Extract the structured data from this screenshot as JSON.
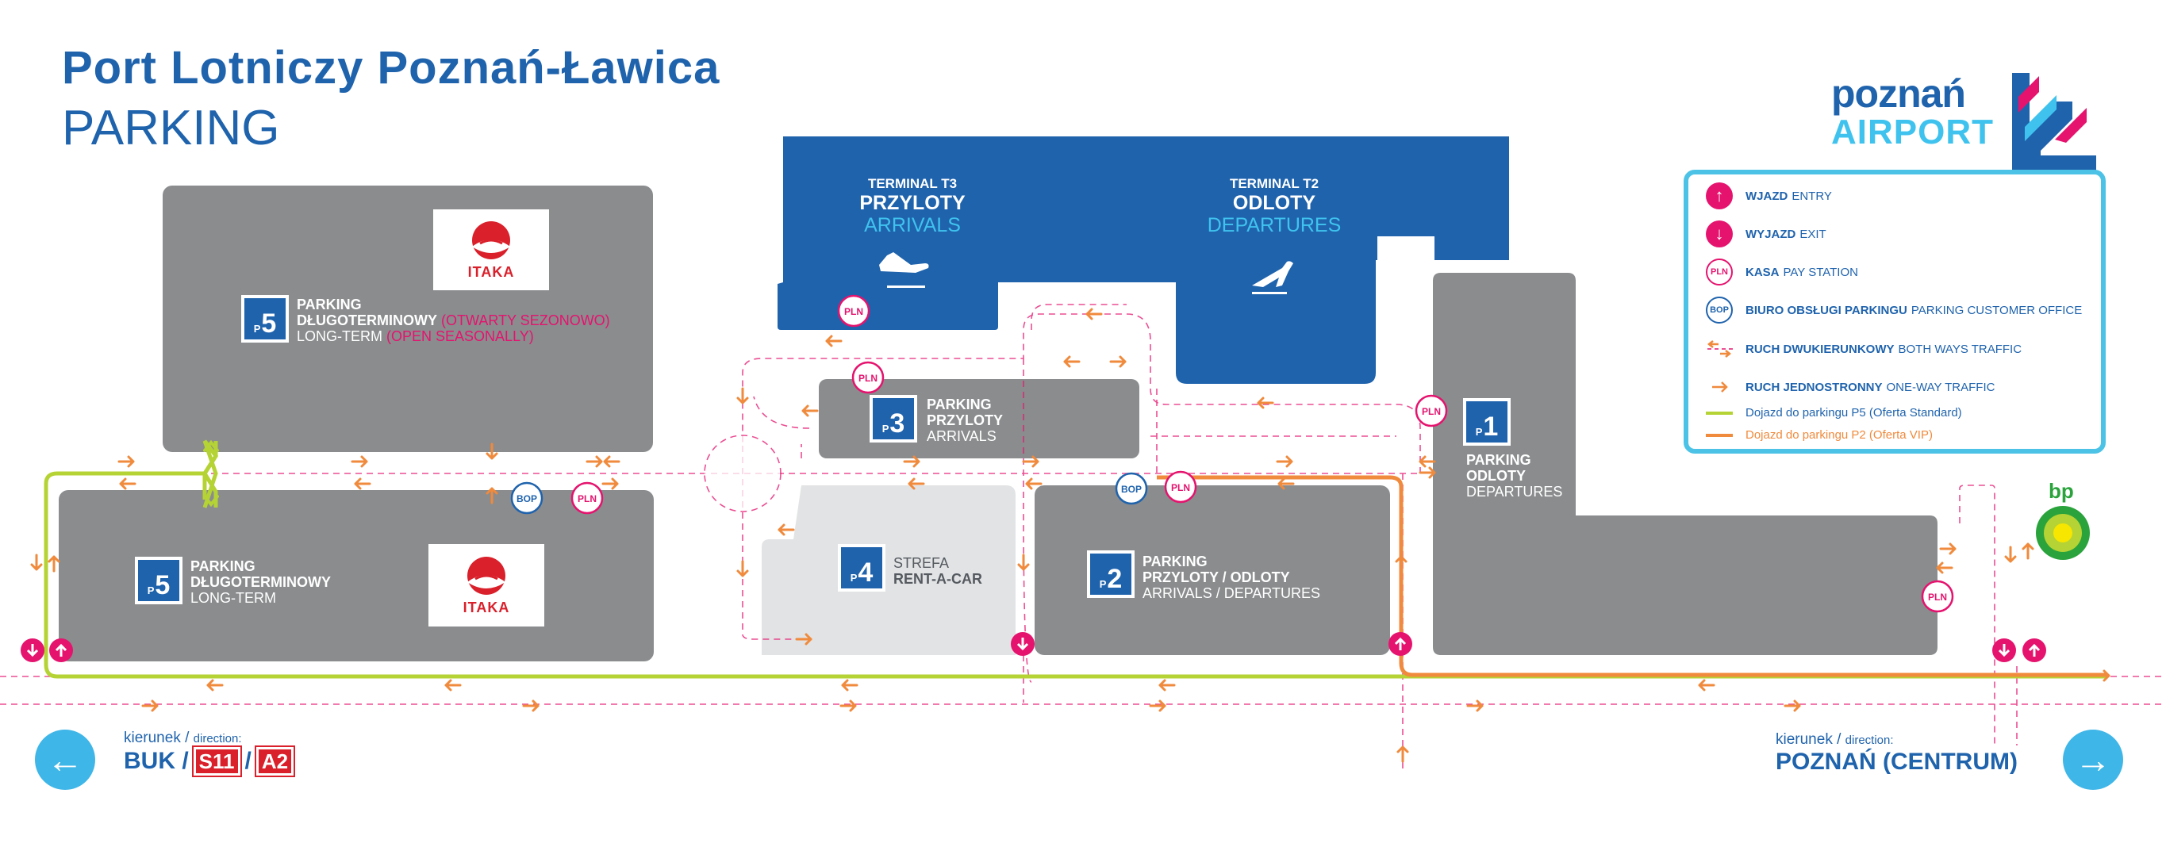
{
  "header": {
    "title": "Port Lotniczy Poznań-Ławica",
    "subtitle": "PARKING"
  },
  "brand": {
    "logo_line1": "poznań",
    "logo_line2": "AIRPORT",
    "bp": "bp"
  },
  "colors": {
    "brand_blue": "#1f63ad",
    "cyan": "#3fc3ee",
    "parking_gray": "#8a8c8e",
    "rentacar_gray": "#e2e3e4",
    "magenta": "#e5136e",
    "orange_route": "#f08a3c",
    "green_route": "#b5d334",
    "itaka_red": "#d9202b"
  },
  "terminals": {
    "t3": {
      "small": "TERMINAL T3",
      "big": "PRZYLOTY",
      "en": "ARRIVALS",
      "icon": "plane-landing-icon"
    },
    "t2": {
      "small": "TERMINAL T2",
      "big": "ODLOTY",
      "en": "DEPARTURES",
      "icon": "plane-takeoff-icon"
    }
  },
  "parkings": {
    "p5_top": {
      "num": "5",
      "l1": "PARKING",
      "l2": "DŁUGOTERMINOWY",
      "l2_red": "(OTWARTY SEZONOWO)",
      "l3": "LONG-TERM",
      "l3_red": "(OPEN SEASONALLY)"
    },
    "p5_bottom": {
      "num": "5",
      "l1": "PARKING",
      "l2": "DŁUGOTERMINOWY",
      "l3": "LONG-TERM"
    },
    "p3": {
      "num": "3",
      "l1": "PARKING",
      "l2": "PRZYLOTY",
      "l3": "ARRIVALS"
    },
    "p4": {
      "num": "4",
      "l1": "STREFA",
      "l2": "RENT-A-CAR"
    },
    "p2": {
      "num": "2",
      "l1": "PARKING",
      "l2": "PRZYLOTY / ODLOTY",
      "l3": "ARRIVALS / DEPARTURES"
    },
    "p1": {
      "num": "1",
      "l1": "PARKING",
      "l2": "ODLOTY",
      "l3": "DEPARTURES"
    }
  },
  "itaka": "ITAKA",
  "badges": {
    "pln": "PLN",
    "bop": "BOP",
    "p": "P"
  },
  "legend": {
    "entry_pl": "WJAZD",
    "entry_en": "ENTRY",
    "exit_pl": "WYJAZD",
    "exit_en": "EXIT",
    "pln_pl": "KASA",
    "pln_en": "PAY STATION",
    "bop_pl": "BIURO OBSŁUGI PARKINGU",
    "bop_en": "PARKING CUSTOMER OFFICE",
    "both_pl": "RUCH DWUKIERUNKOWY",
    "both_en": "BOTH WAYS TRAFFIC",
    "one_pl": "RUCH JEDNOSTRONNY",
    "one_en": "ONE-WAY TRAFFIC",
    "p5_route": "Dojazd do parkingu P5 (Oferta Standard)",
    "p2_route": "Dojazd do parkingu P2 (Oferta VIP)"
  },
  "directions": {
    "left": {
      "k": "kierunek",
      "k_en": "direction:",
      "dest": "BUK /",
      "s11": "S11",
      "sep": "/",
      "a2": "A2"
    },
    "right": {
      "k": "kierunek",
      "k_en": "direction:",
      "dest": "POZNAŃ (CENTRUM)"
    }
  }
}
